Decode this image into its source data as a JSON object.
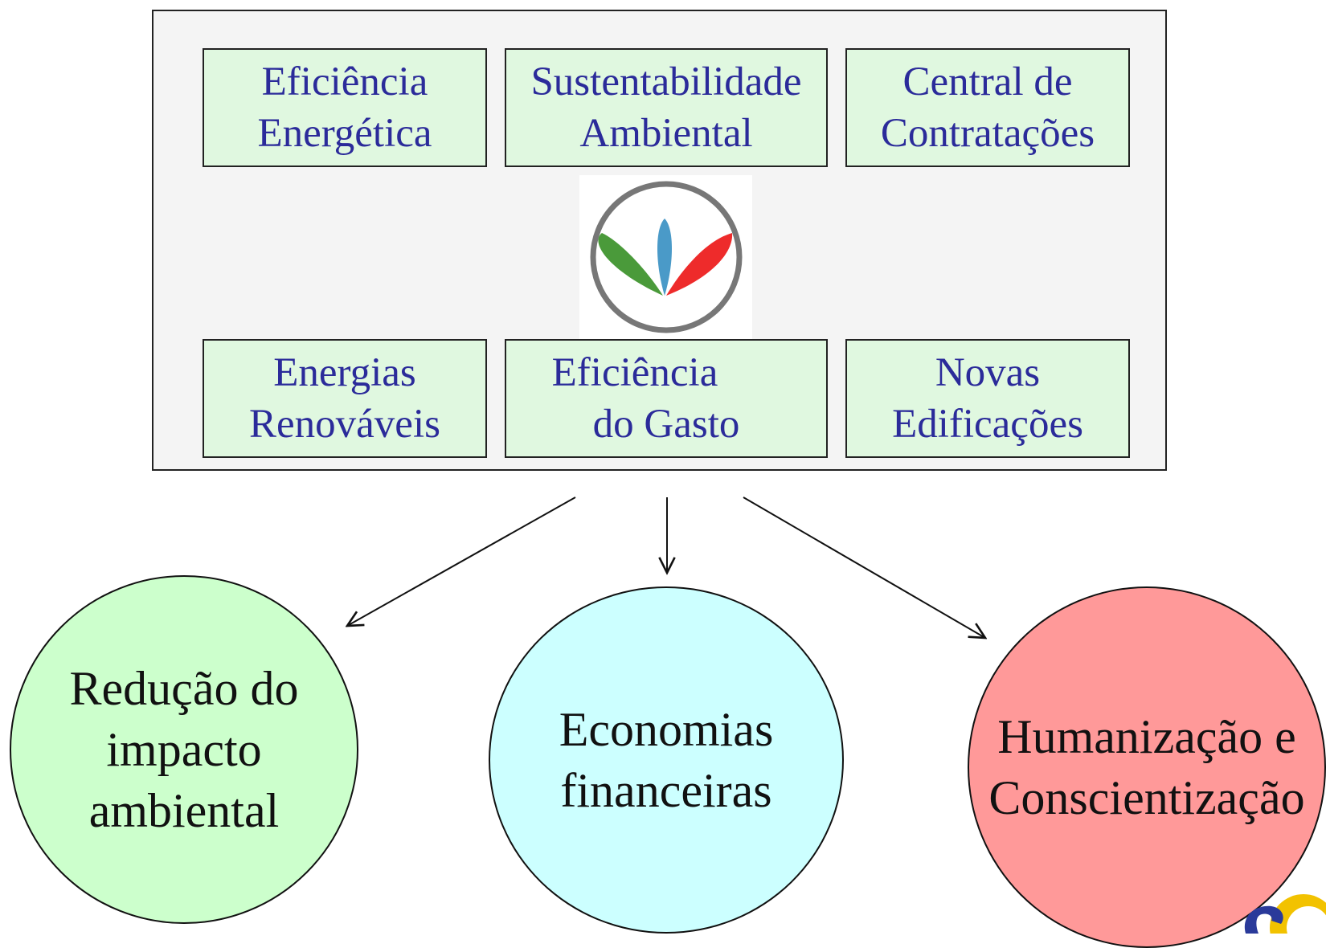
{
  "pillars": {
    "p1": {
      "line1": "Eficiência",
      "line2": "Energética"
    },
    "p2": {
      "line1": "Sustentabilidade",
      "line2": "Ambiental"
    },
    "p3": {
      "line1": "Central de",
      "line2": "Contratações"
    },
    "p4": {
      "line1": "Energias",
      "line2": "Renováveis"
    },
    "p5": {
      "line1": "Eficiência",
      "line2": "do Gasto"
    },
    "p6": {
      "line1": "Novas",
      "line2": "Edificações"
    }
  },
  "outcomes": {
    "o1": {
      "line1": "Redução do",
      "line2": "impacto",
      "line3": "ambiental",
      "color": "#ccffcc"
    },
    "o2": {
      "line1": "Economias",
      "line2": "financeiras",
      "color": "#ccffff"
    },
    "o3": {
      "line1": "Humanização e",
      "line2": "Conscientização",
      "color": "#ff9999"
    }
  },
  "colors": {
    "pillar_fill": "#e0f8e0",
    "pillar_text": "#2b2b9a",
    "panel_fill": "#f4f4f4",
    "logo_left_petal": "#4a9a3a",
    "logo_center_petal": "#4a9ac8",
    "logo_right_petal": "#ee2b2b",
    "logo_ring": "#777777"
  },
  "icons": {
    "program_logo": "three-petal-circle-logo",
    "corner_logo": "partial-corner-logo"
  }
}
